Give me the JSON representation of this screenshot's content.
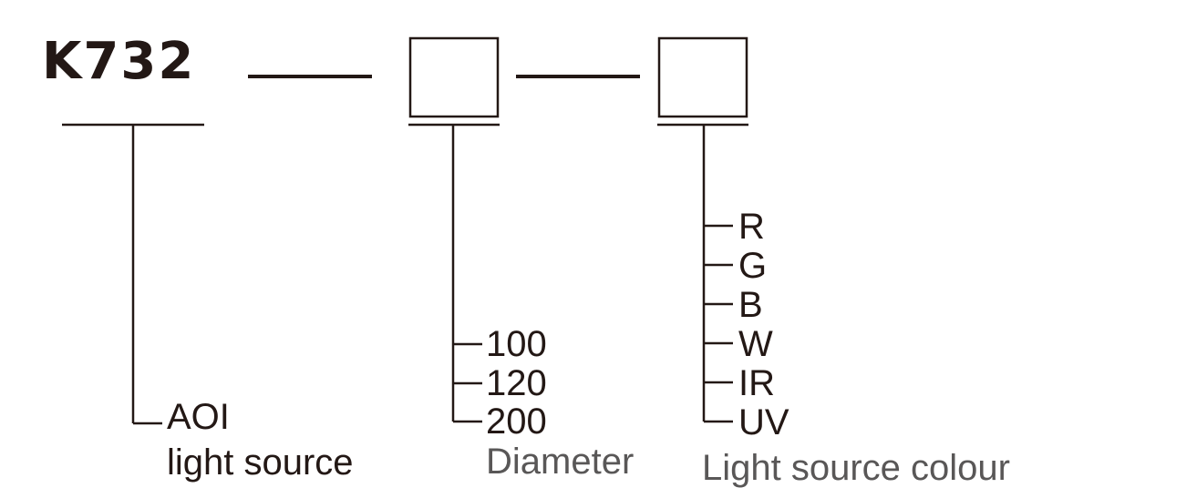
{
  "model": "K732",
  "segments": {
    "series": {
      "labels": [
        "AOI",
        "light source"
      ]
    },
    "diameter": {
      "options": [
        "100",
        "120",
        "200"
      ],
      "label": "Diameter"
    },
    "colour": {
      "options": [
        "R",
        "G",
        "B",
        "W",
        "IR",
        "UV"
      ],
      "label": "Light source colour"
    }
  },
  "colors": {
    "ink": "#231815",
    "label_grey": "#595757"
  }
}
